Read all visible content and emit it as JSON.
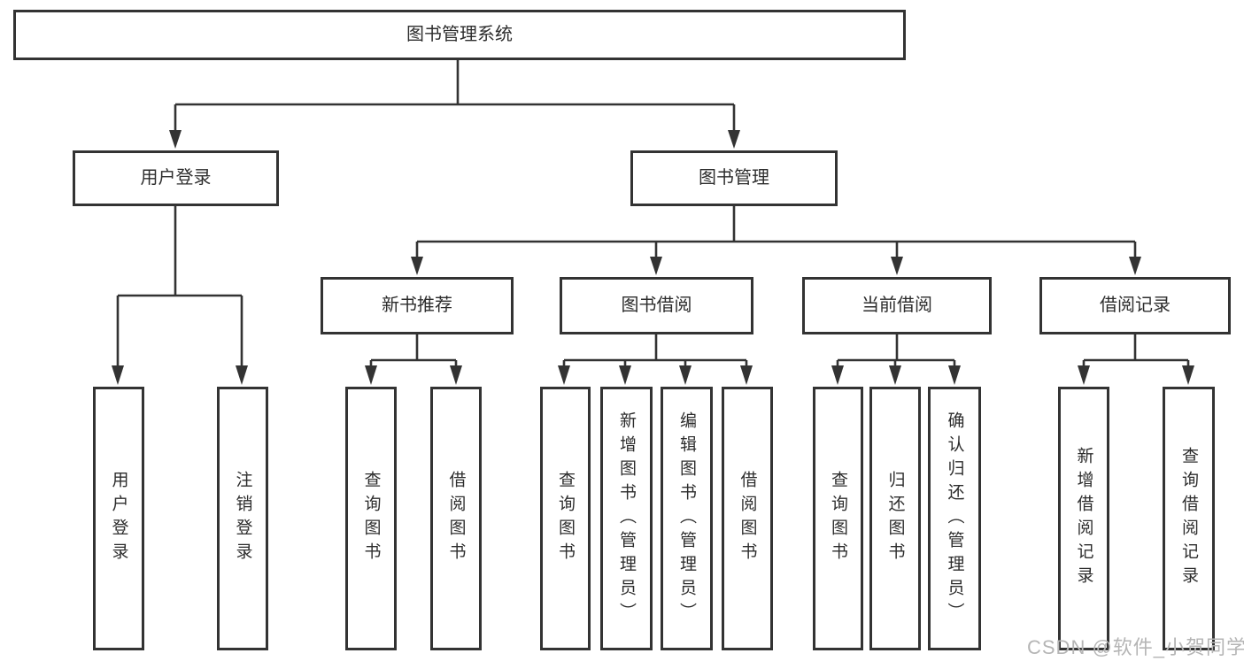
{
  "colors": {
    "bg": "#ffffff",
    "line": "#333333",
    "border": "#333333",
    "text": "#2d2d2d",
    "watermark": "#b5b5b5"
  },
  "watermark": {
    "text": "CSDN @软件_小贺同学"
  },
  "tree": {
    "label": "图书管理系统",
    "children": [
      {
        "label": "用户登录",
        "children": [
          {
            "label": "用户登录"
          },
          {
            "label": "注销登录"
          }
        ]
      },
      {
        "label": "图书管理",
        "children": [
          {
            "label": "新书推荐",
            "children": [
              {
                "label": "查询图书"
              },
              {
                "label": "借阅图书"
              }
            ]
          },
          {
            "label": "图书借阅",
            "children": [
              {
                "label": "查询图书"
              },
              {
                "label": "新增图书（管理员）"
              },
              {
                "label": "编辑图书（管理员）"
              },
              {
                "label": "借阅图书"
              }
            ]
          },
          {
            "label": "当前借阅",
            "children": [
              {
                "label": "查询图书"
              },
              {
                "label": "归还图书"
              },
              {
                "label": "确认归还（管理员）"
              }
            ]
          },
          {
            "label": "借阅记录",
            "children": [
              {
                "label": "新增借阅记录"
              },
              {
                "label": "查询借阅记录"
              }
            ]
          }
        ]
      }
    ]
  }
}
